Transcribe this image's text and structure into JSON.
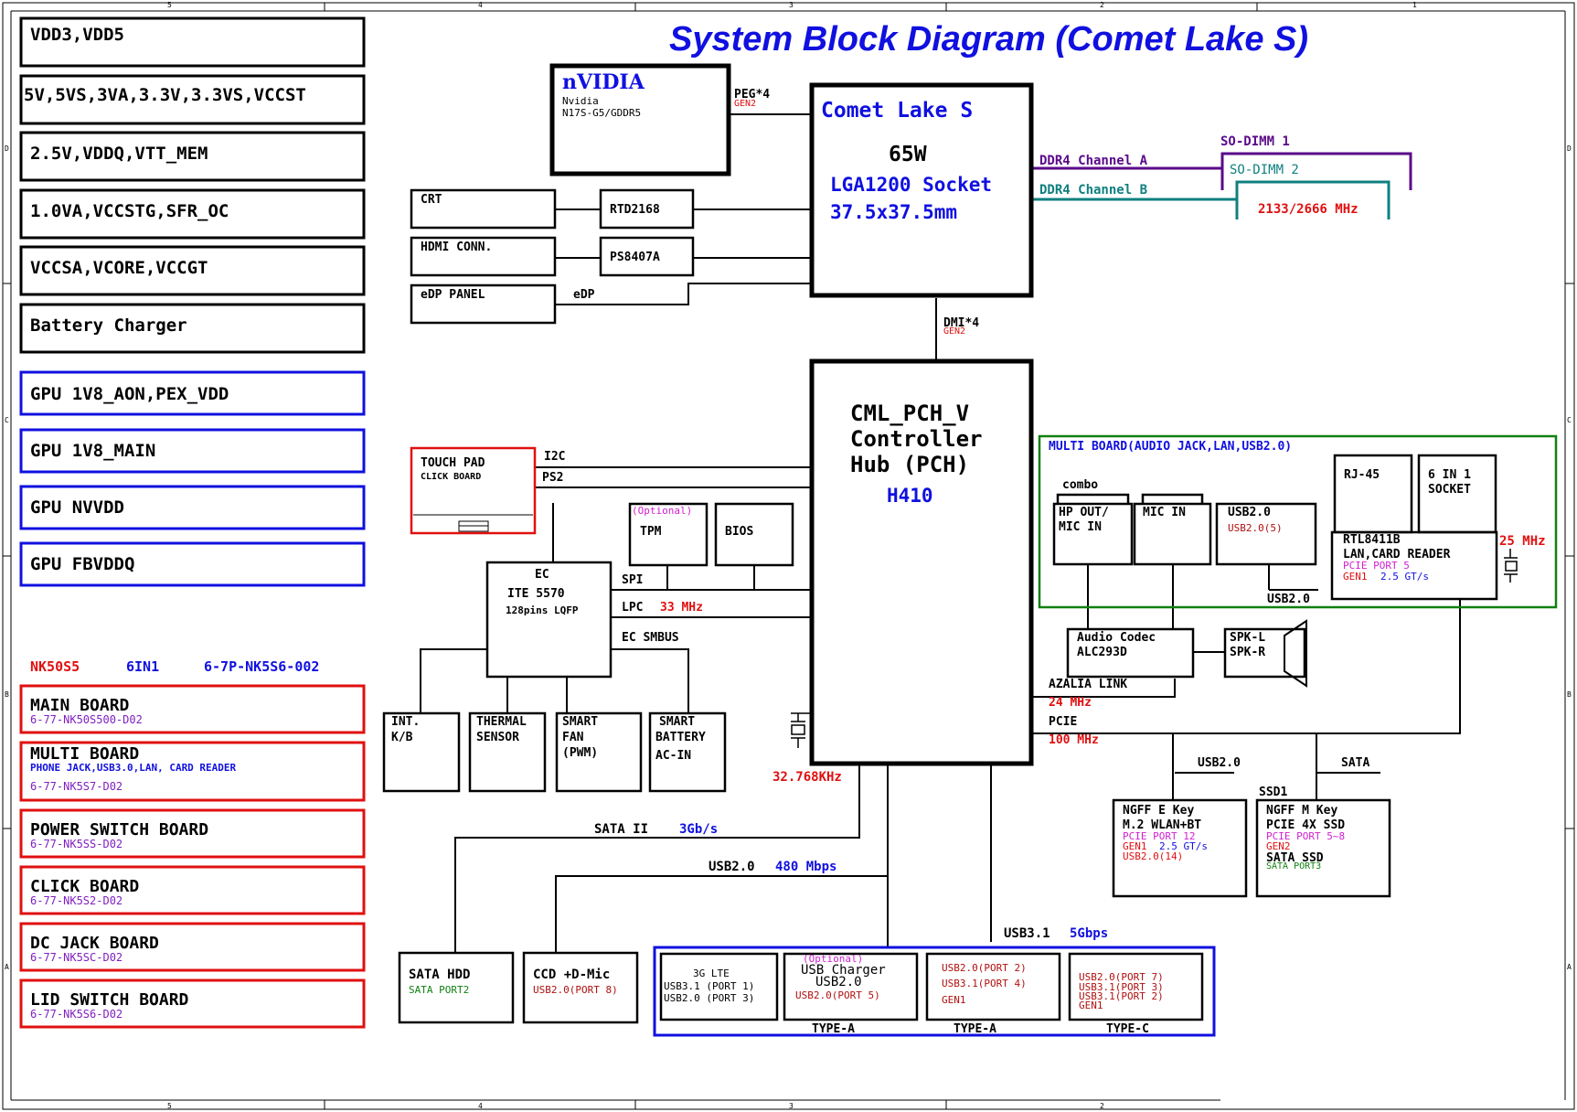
{
  "title": "System Block Diagram (Comet Lake S)",
  "colors": {
    "black": "#000000",
    "blue": "#1010e0",
    "red": "#e01010",
    "purple": "#5a0a8a",
    "teal": "#108080",
    "green": "#108010",
    "magenta": "#d020d0",
    "darkred": "#b01010"
  },
  "frame": {
    "cols_top": [
      "5",
      "4",
      "3",
      "2",
      "1"
    ],
    "cols_bottom": [
      "5",
      "4",
      "3",
      "2"
    ],
    "rows_left": [
      "D",
      "C",
      "B",
      "A"
    ],
    "rows_right": [
      "D",
      "C",
      "B",
      "A"
    ]
  },
  "power_rails": [
    "VDD3,VDD5",
    "5V,5VS,3VA,3.3V,3.3VS,VCCST",
    "2.5V,VDDQ,VTT_MEM",
    "1.0VA,VCCSTG,SFR_OC",
    "VCCSA,VCORE,VCCGT",
    "Battery Charger"
  ],
  "gpu_rails": [
    "GPU 1V8_AON,PEX_VDD",
    "GPU 1V8_MAIN",
    "GPU NVVDD",
    "GPU FBVDDQ"
  ],
  "model": {
    "name": "NK50S5",
    "variant": "6IN1",
    "code": "6-7P-NK5S6-002"
  },
  "boards": [
    {
      "name": "MAIN BOARD",
      "desc": "",
      "code": "6-77-NK50S500-D02"
    },
    {
      "name": "MULTI BOARD",
      "desc": "PHONE JACK,USB3.0,LAN, CARD READER",
      "code": "6-77-NK5S7-D02"
    },
    {
      "name": "POWER SWITCH BOARD",
      "desc": "",
      "code": "6-77-NK5SS-D02"
    },
    {
      "name": "CLICK BOARD",
      "desc": "",
      "code": "6-77-NK5S2-D02"
    },
    {
      "name": "DC JACK BOARD",
      "desc": "",
      "code": "6-77-NK5SC-D02"
    },
    {
      "name": "LID SWITCH BOARD",
      "desc": "",
      "code": "6-77-NK5S6-D02"
    }
  ],
  "gpu": {
    "brand": "nVIDIA",
    "line1": "Nvidia",
    "line2": "N17S-G5/GDDR5",
    "peg": "PEG*4",
    "peg_gen": "GEN2"
  },
  "cpu": {
    "name": "Comet Lake S",
    "tdp": "65W",
    "socket": "LGA1200 Socket",
    "size": "37.5x37.5mm"
  },
  "memory": {
    "ch_a": "DDR4 Channel A",
    "ch_b": "DDR4 Channel B",
    "dimm1": "SO-DIMM 1",
    "dimm2": "SO-DIMM 2",
    "speed": "2133/2666 MHz"
  },
  "display": {
    "crt": "CRT",
    "rtd": "RTD2168",
    "hdmi": "HDMI CONN.",
    "ps": "PS8407A",
    "edp_panel": "eDP PANEL",
    "edp": "eDP"
  },
  "dmi": {
    "label": "DMI*4",
    "gen": "GEN2"
  },
  "pch": {
    "l1": "CML_PCH_V",
    "l2": "Controller",
    "l3": "Hub (PCH)",
    "sku": "H410",
    "crystal": "32.768KHz"
  },
  "touchpad": {
    "l1": "TOUCH PAD",
    "l2": "CLICK BOARD",
    "i2c": "I2C",
    "ps2": "PS2"
  },
  "tpm": {
    "opt": "(Optional)",
    "name": "TPM"
  },
  "bios": "BIOS",
  "ec": {
    "l1": "EC",
    "l2": "ITE 5570",
    "l3": "128pins LQFP",
    "spi": "SPI",
    "lpc": "LPC",
    "lpc_freq": "33 MHz",
    "smbus": "EC SMBUS"
  },
  "ec_devices": {
    "kb_1": "INT.",
    "kb_2": "K/B",
    "thermal_1": "THERMAL",
    "thermal_2": "SENSOR",
    "fan_1": "SMART",
    "fan_2": "FAN",
    "fan_3": "(PWM)",
    "bat_1": "SMART",
    "bat_2": "BATTERY",
    "bat_3": "AC-IN"
  },
  "multi": {
    "title": "MULTI BOARD(AUDIO JACK,LAN,USB2.0)",
    "combo": "combo",
    "hp_1": "HP OUT/",
    "hp_2": "MIC IN",
    "mic": "MIC IN",
    "usb_1": "USB2.0",
    "usb_2": "USB2.0(5)",
    "usb_bus": "USB2.0",
    "rj45": "RJ-45",
    "sock_1": "6 IN 1",
    "sock_2": "SOCKET",
    "rtl_1": "RTL8411B",
    "rtl_2": "LAN,CARD READER",
    "rtl_3": "PCIE PORT 5",
    "rtl_4a": "GEN1",
    "rtl_4b": "2.5 GT/s",
    "freq": "25 MHz"
  },
  "audio": {
    "l1": "Audio Codec",
    "l2": "ALC293D",
    "spk_l": "SPK-L",
    "spk_r": "SPK-R",
    "link": "AZALIA LINK",
    "link_freq": "24 MHz",
    "pcie": "PCIE",
    "pcie_freq": "100 MHz"
  },
  "ngff_e": {
    "usb": "USB2.0",
    "l1": "NGFF E Key",
    "l2": "M.2 WLAN+BT",
    "l3": "PCIE PORT 12",
    "l4a": "GEN1",
    "l4b": "2.5 GT/s",
    "l5": "USB2.0(14)"
  },
  "ngff_m": {
    "sata": "SATA",
    "ssd": "SSD1",
    "l1": "NGFF M Key",
    "l2": "PCIE 4X SSD",
    "l3": "PCIE PORT 5~8",
    "l4": "GEN2",
    "l5": "SATA SSD",
    "l6": "SATA PORT3"
  },
  "storage": {
    "sata_bus": "SATA II",
    "sata_speed": "3Gb/s",
    "usb_bus": "USB2.0",
    "usb_speed": "480 Mbps",
    "usb3_bus": "USB3.1",
    "usb3_speed": "5Gbps",
    "hdd_1": "SATA HDD",
    "hdd_2": "SATA PORT2",
    "ccd_1": "CCD +D-Mic",
    "ccd_2": "USB2.0(PORT 8)"
  },
  "usb_ports": {
    "lte_1": "3G LTE",
    "lte_2": "USB3.1 (PORT 1)",
    "lte_3": "USB2.0 (PORT 3)",
    "chg_opt": "(Optional)",
    "chg_1": "USB Charger",
    "chg_2": "USB2.0",
    "chg_3": "USB2.0(PORT 5)",
    "chg_type": "TYPE-A",
    "a_1": "USB2.0(PORT 2)",
    "a_2": "USB3.1(PORT 4)",
    "a_3": "GEN1",
    "a_type": "TYPE-A",
    "c_1": "USB2.0(PORT 7)",
    "c_2": "USB3.1(PORT 3)",
    "c_3": "USB3.1(PORT 2)",
    "c_4": "GEN1",
    "c_type": "TYPE-C"
  }
}
